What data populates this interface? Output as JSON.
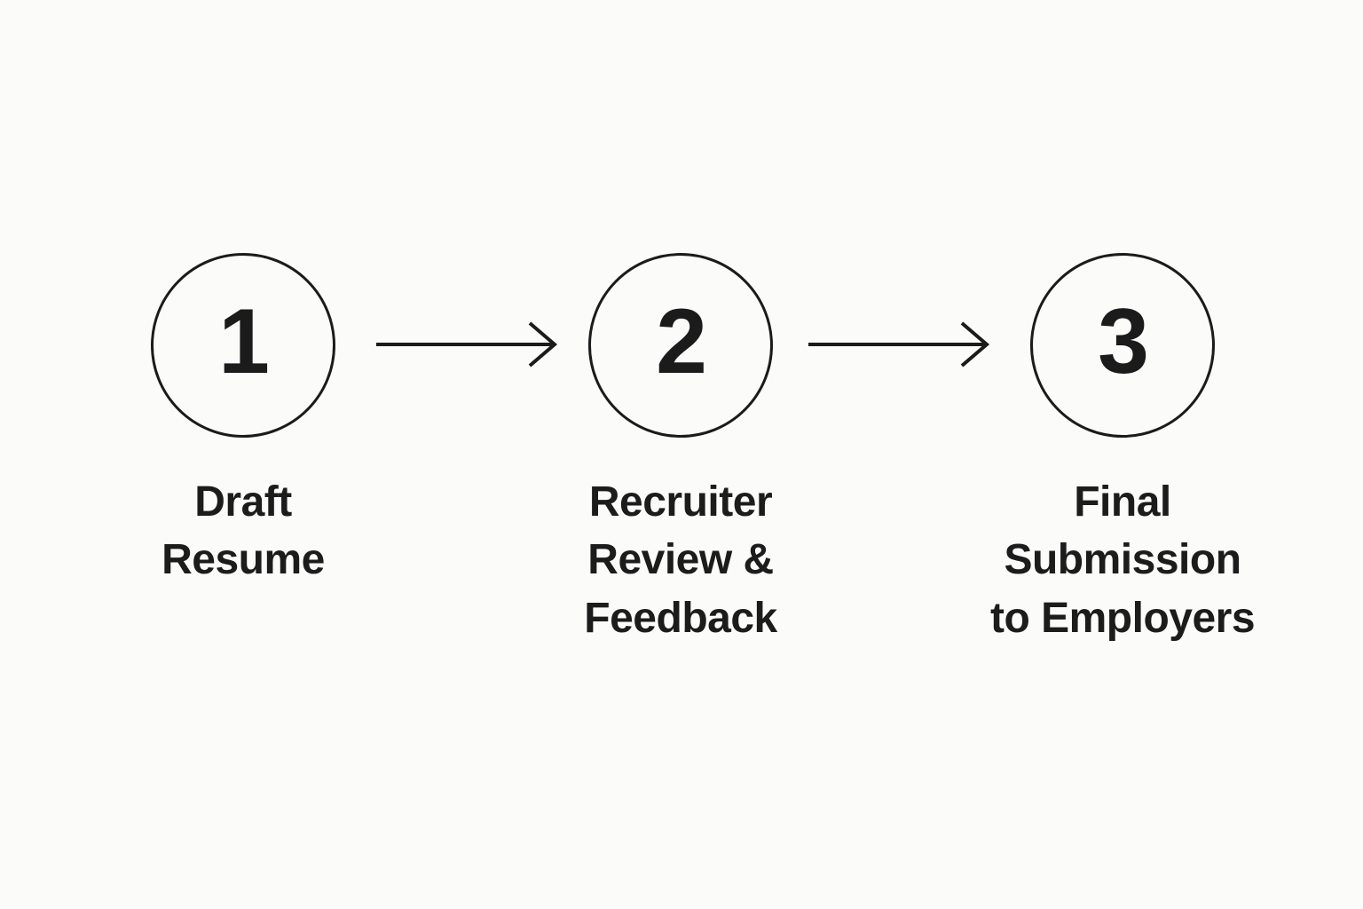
{
  "canvas": {
    "background": "#fbfbfa",
    "ink": "#1b1b1b"
  },
  "diagram": {
    "type": "process-flow",
    "steps": [
      {
        "number": "1",
        "label": "Draft\nResume"
      },
      {
        "number": "2",
        "label": "Recruiter\nReview &\nFeedback"
      },
      {
        "number": "3",
        "label": "Final\nSubmission\nto Employers"
      }
    ],
    "connectors": [
      {
        "from": "1",
        "to": "2",
        "type": "arrow-right"
      },
      {
        "from": "2",
        "to": "3",
        "type": "arrow-right"
      }
    ]
  }
}
